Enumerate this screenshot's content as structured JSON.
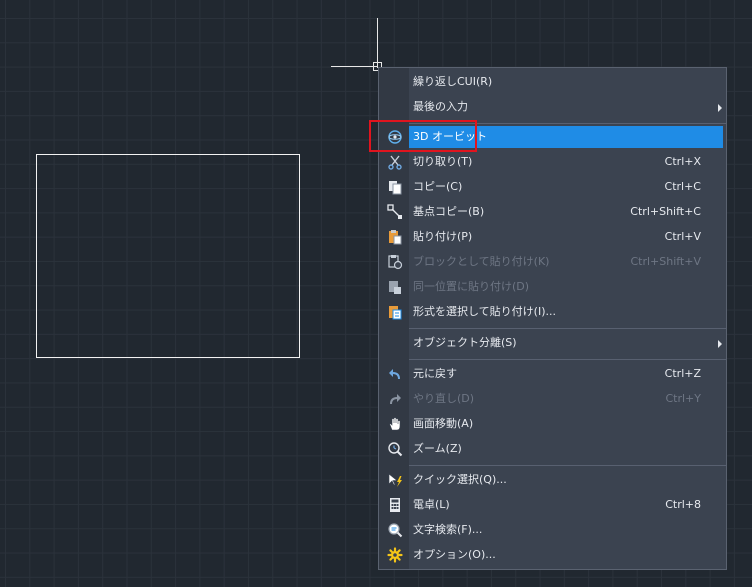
{
  "context_menu": {
    "items": [
      {
        "label": "繰り返しCUI(R)",
        "shortcut": "",
        "icon": "none"
      },
      {
        "label": "最後の入力",
        "shortcut": "",
        "icon": "none",
        "submenu": true
      },
      {
        "label": "3D オービット",
        "shortcut": "",
        "icon": "orbit-icon",
        "highlighted": true
      },
      {
        "label": "切り取り(T)",
        "shortcut": "Ctrl+X",
        "icon": "scissors-icon"
      },
      {
        "label": "コピー(C)",
        "shortcut": "Ctrl+C",
        "icon": "copy-icon"
      },
      {
        "label": "基点コピー(B)",
        "shortcut": "Ctrl+Shift+C",
        "icon": "copy-basepoint-icon"
      },
      {
        "label": "貼り付け(P)",
        "shortcut": "Ctrl+V",
        "icon": "paste-icon"
      },
      {
        "label": "ブロックとして貼り付け(K)",
        "shortcut": "Ctrl+Shift+V",
        "icon": "paste-block-icon",
        "disabled": true
      },
      {
        "label": "同一位置に貼り付け(D)",
        "shortcut": "",
        "icon": "paste-original-icon",
        "disabled": true
      },
      {
        "label": "形式を選択して貼り付け(I)...",
        "shortcut": "",
        "icon": "paste-special-icon"
      },
      {
        "label": "オブジェクト分離(S)",
        "shortcut": "",
        "icon": "none",
        "submenu": true
      },
      {
        "label": "元に戻す",
        "shortcut": "Ctrl+Z",
        "icon": "undo-icon"
      },
      {
        "label": "やり直し(D)",
        "shortcut": "Ctrl+Y",
        "icon": "redo-icon",
        "disabled": true
      },
      {
        "label": "画面移動(A)",
        "shortcut": "",
        "icon": "pan-hand-icon"
      },
      {
        "label": "ズーム(Z)",
        "shortcut": "",
        "icon": "zoom-icon"
      },
      {
        "label": "クイック選択(Q)...",
        "shortcut": "",
        "icon": "quick-select-icon"
      },
      {
        "label": "電卓(L)",
        "shortcut": "Ctrl+8",
        "icon": "calculator-icon"
      },
      {
        "label": "文字検索(F)...",
        "shortcut": "",
        "icon": "find-text-icon"
      },
      {
        "label": "オプション(O)...",
        "shortcut": "",
        "icon": "gear-icon"
      }
    ]
  },
  "colors": {
    "canvas_bg": "#212830",
    "grid_line": "#2b323b",
    "menu_bg": "#3b4350",
    "highlight": "#1f8ce6",
    "annotation_box": "#e0141e"
  }
}
